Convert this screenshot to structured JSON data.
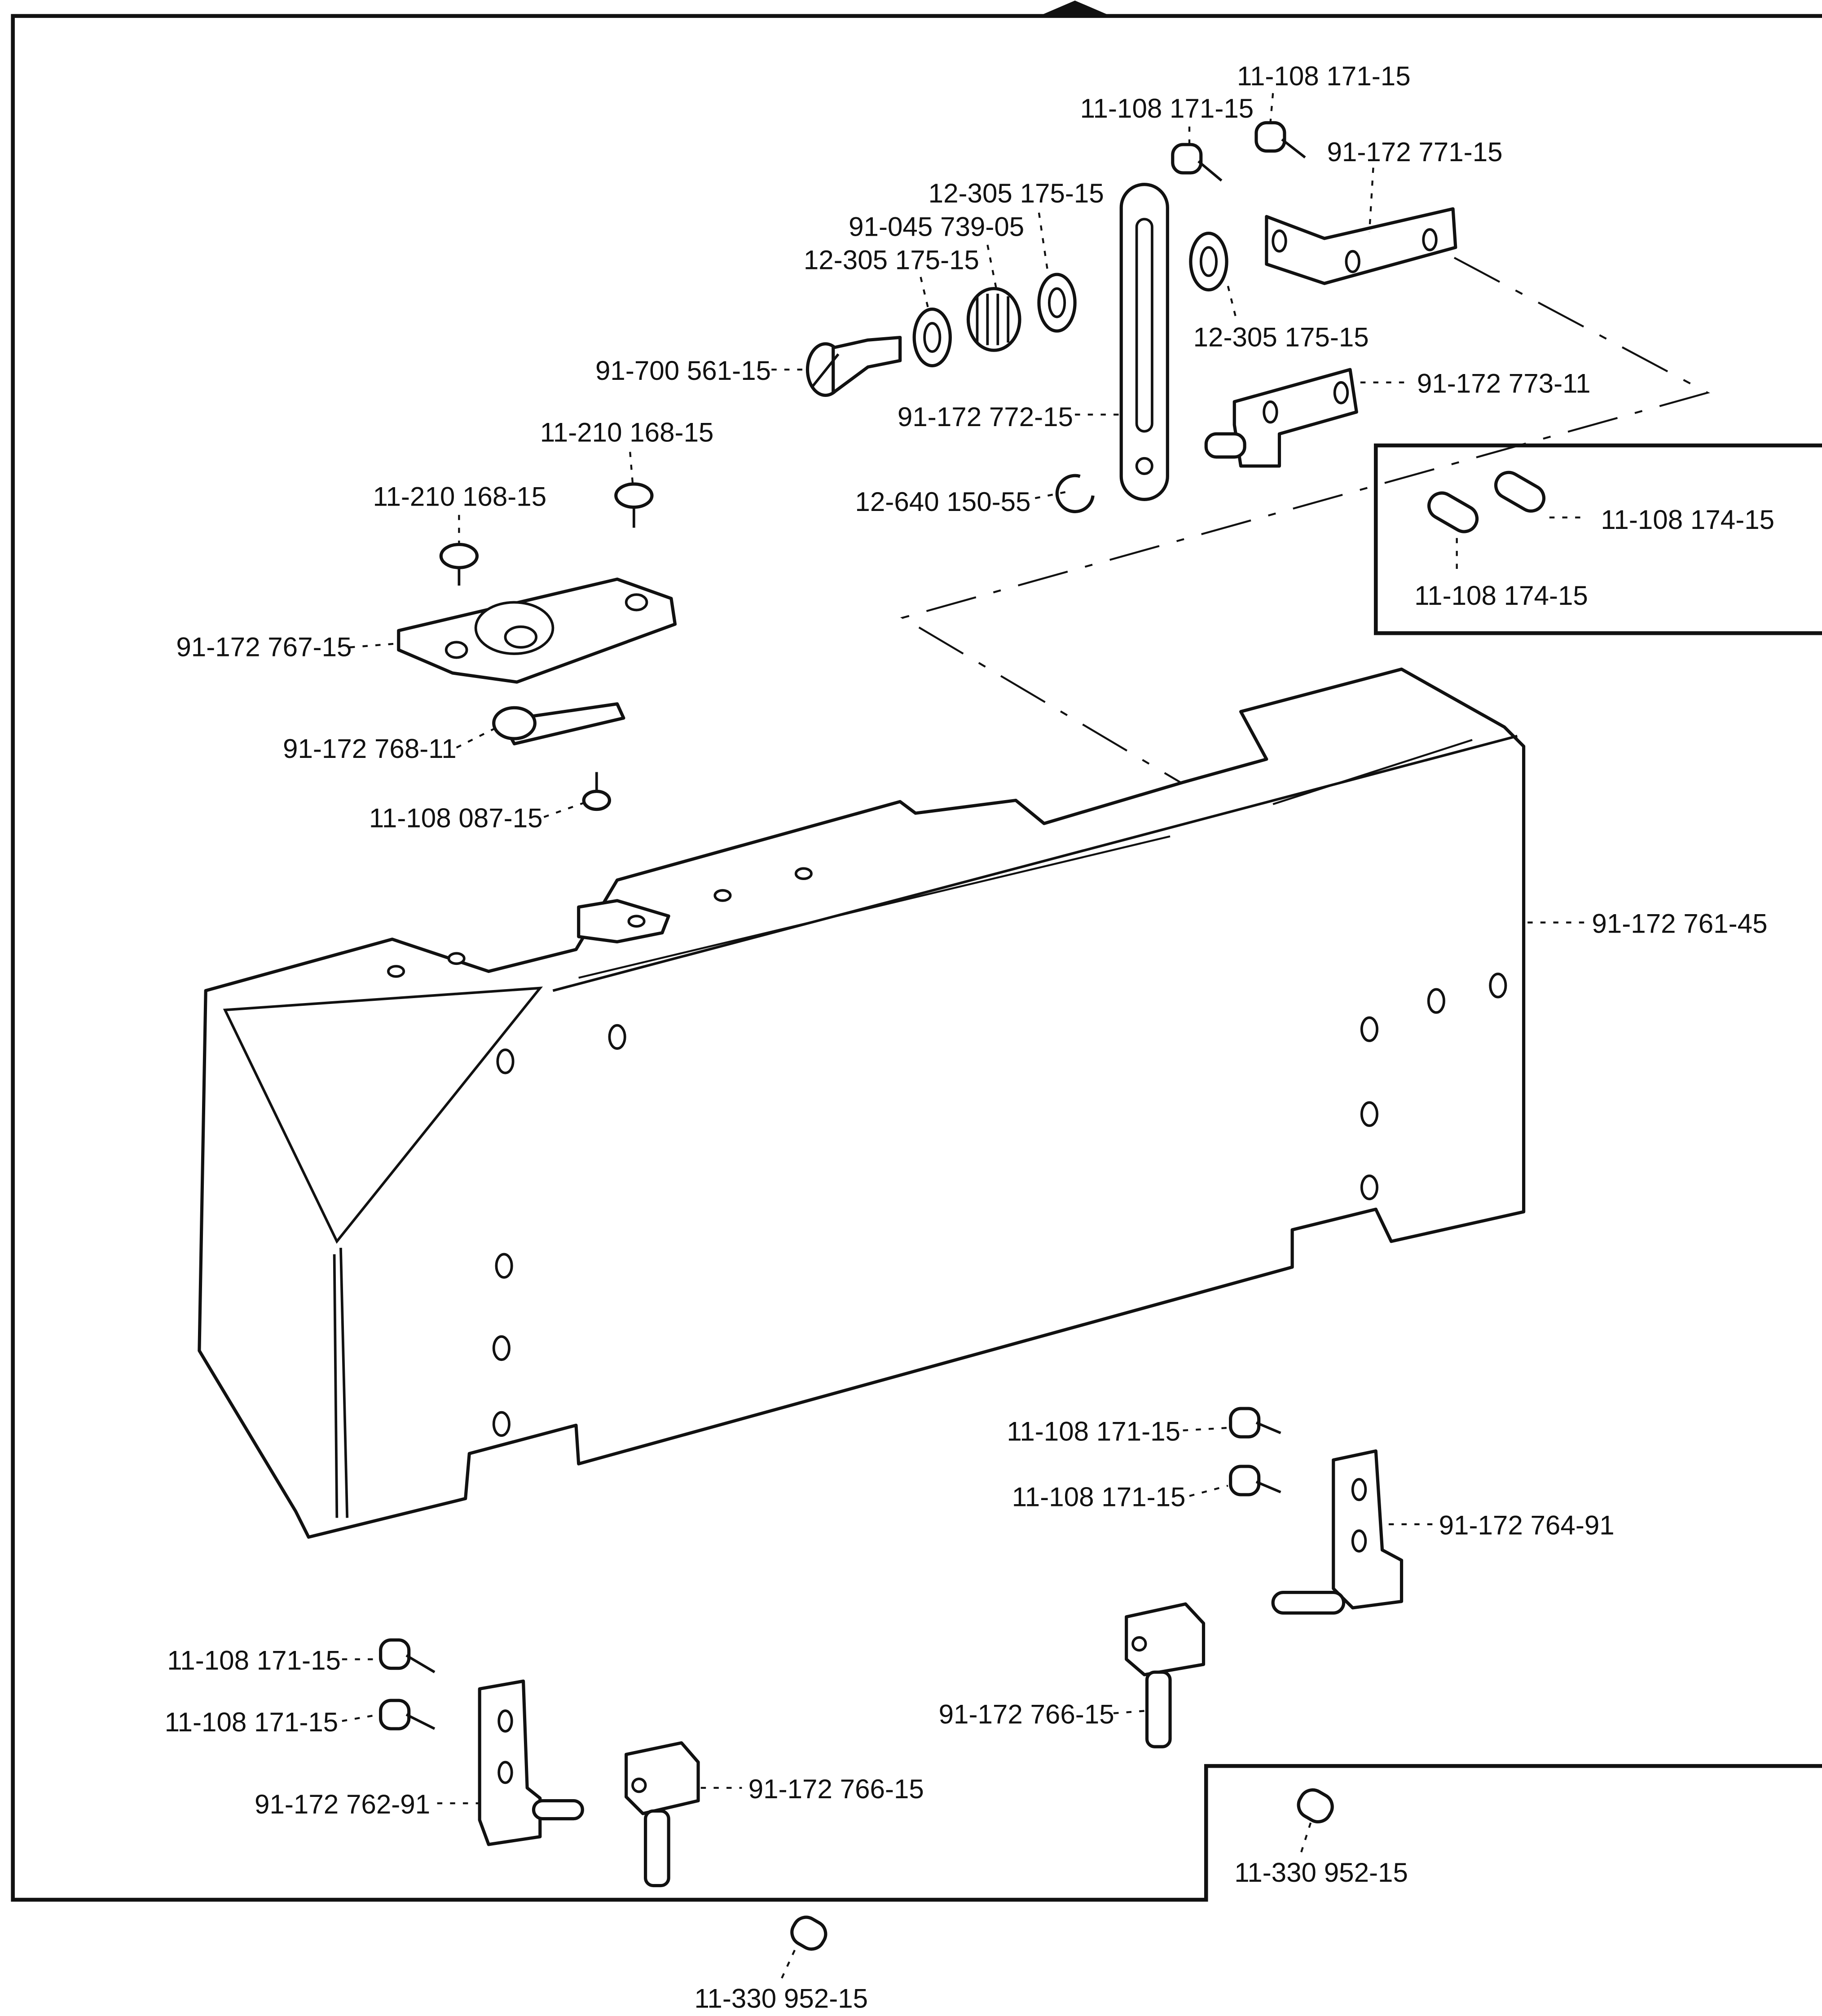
{
  "parts": {
    "p01": "11-108 171-15",
    "p02": "11-108 171-15",
    "p03": "91-172 771-15",
    "p04": "12-305 175-15",
    "p05": "91-045 739-05",
    "p06": "12-305 175-15",
    "p07": "91-700 561-15",
    "p08": "12-305 175-15",
    "p09": "91-172 773-11",
    "p10": "91-172 772-15",
    "p11": "11-210 168-15",
    "p12": "11-210 168-15",
    "p13": "12-640 150-55",
    "p14": "11-108 174-15",
    "p15": "11-108 174-15",
    "p16": "91-172 767-15",
    "p17": "91-172 768-11",
    "p18": "11-108 087-15",
    "p19": "91-172 761-45",
    "p20": "11-108 171-15",
    "p21": "11-108 171-15",
    "p22": "91-172 764-91",
    "p23": "91-172 766-15",
    "p24": "11-108 171-15",
    "p25": "11-108 171-15",
    "p26": "91-172 762-91",
    "p27": "91-172 766-15",
    "p28": "11-330 952-15",
    "p29": "11-330 952-15"
  }
}
